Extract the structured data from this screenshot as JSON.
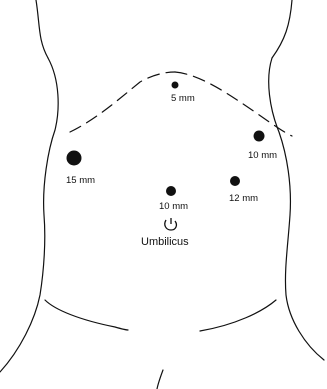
{
  "diagram": {
    "ports": [
      {
        "id": "port-epigastric",
        "label": "5 mm"
      },
      {
        "id": "port-right-upper",
        "label": "10 mm"
      },
      {
        "id": "port-left-lateral",
        "label": "15 mm"
      },
      {
        "id": "port-umbilical",
        "label": "10 mm"
      },
      {
        "id": "port-right-lower",
        "label": "12 mm"
      }
    ],
    "umbilicus_label": "Umbilicus"
  }
}
